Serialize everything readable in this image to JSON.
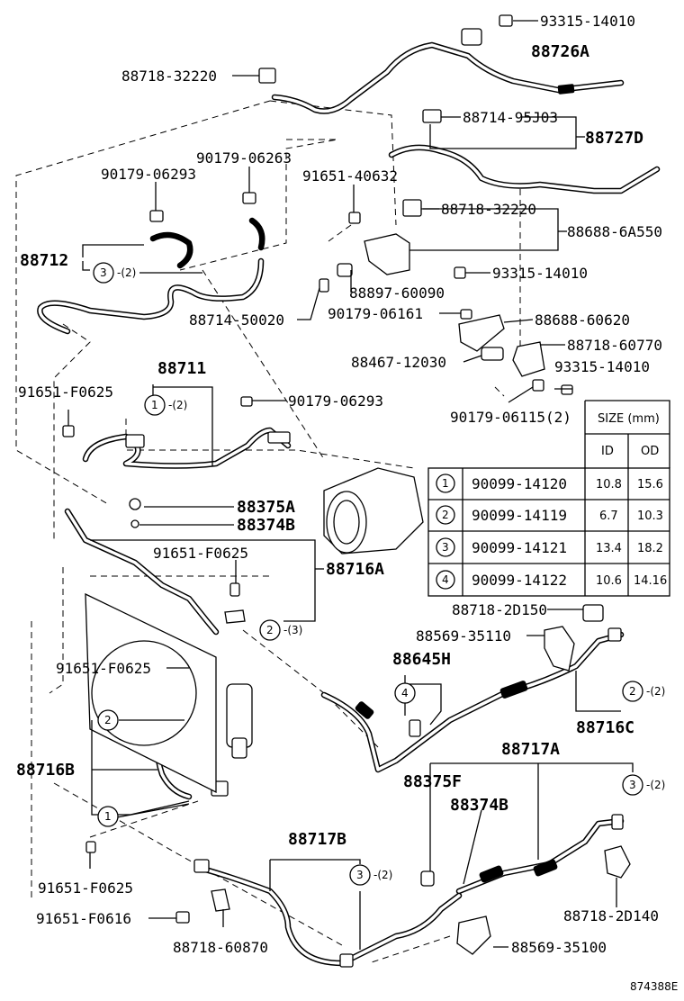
{
  "labels": {
    "p93315_14010_a": "93315-14010",
    "p88726A": "88726A",
    "p88718_32220_a": "88718-32220",
    "p88714_95J03": "88714-95J03",
    "p88727D": "88727D",
    "p90179_06263": "90179-06263",
    "p90179_06293_a": "90179-06293",
    "p91651_40632": "91651-40632",
    "p88718_32220_b": "88718-32220",
    "p88688_6A550": "88688-6A550",
    "p88712": "88712",
    "p93315_14010_b": "93315-14010",
    "p88897_60090": "88897-60090",
    "p88714_50020": "88714-50020",
    "p90179_06161": "90179-06161",
    "p88688_60620": "88688-60620",
    "p88718_60770": "88718-60770",
    "p88467_12030": "88467-12030",
    "p93315_14010_c": "93315-14010",
    "p88711": "88711",
    "p91651_F0625_a": "91651-F0625",
    "p90179_06293_b": "90179-06293",
    "p90179_06115": "90179-06115(2)",
    "p88375A": "88375A",
    "p88374B_a": "88374B",
    "p91651_F0625_b": "91651-F0625",
    "p88716A": "88716A",
    "p88718_2D150": "88718-2D150",
    "p88569_35110": "88569-35110",
    "p88645H": "88645H",
    "p91651_F0625_c": "91651-F0625",
    "p88716C": "88716C",
    "p88717A": "88717A",
    "p88716B": "88716B",
    "p88375F": "88375F",
    "p88374B_b": "88374B",
    "p88717B": "88717B",
    "p91651_F0625_d": "91651-F0625",
    "p91651_F0616": "91651-F0616",
    "p88718_2D140": "88718-2D140",
    "p88718_60870": "88718-60870",
    "p88569_35100": "88569-35100",
    "figure_id": "874388E"
  },
  "callouts": {
    "c3_a": "3",
    "q3_a": "-(2)",
    "c1_a": "1",
    "q1_a": "-(2)",
    "c2_a": "2",
    "q2_a": "-(3)",
    "c4_a": "4",
    "c2_b": "2",
    "q2_b": "-(2)",
    "c2_c": "2",
    "c3_b": "3",
    "q3_b": "-(2)",
    "c1_b": "1",
    "c3_c": "3",
    "q3_c": "-(2)"
  },
  "size_table": {
    "title": "SIZE (mm)",
    "col_id": "ID",
    "col_od": "OD",
    "rows": [
      {
        "ref": "1",
        "part": "90099-14120",
        "id": "10.8",
        "od": "15.6"
      },
      {
        "ref": "2",
        "part": "90099-14119",
        "id": "6.7",
        "od": "10.3"
      },
      {
        "ref": "3",
        "part": "90099-14121",
        "id": "13.4",
        "od": "18.2"
      },
      {
        "ref": "4",
        "part": "90099-14122",
        "id": "10.6",
        "od": "14.16"
      }
    ]
  }
}
